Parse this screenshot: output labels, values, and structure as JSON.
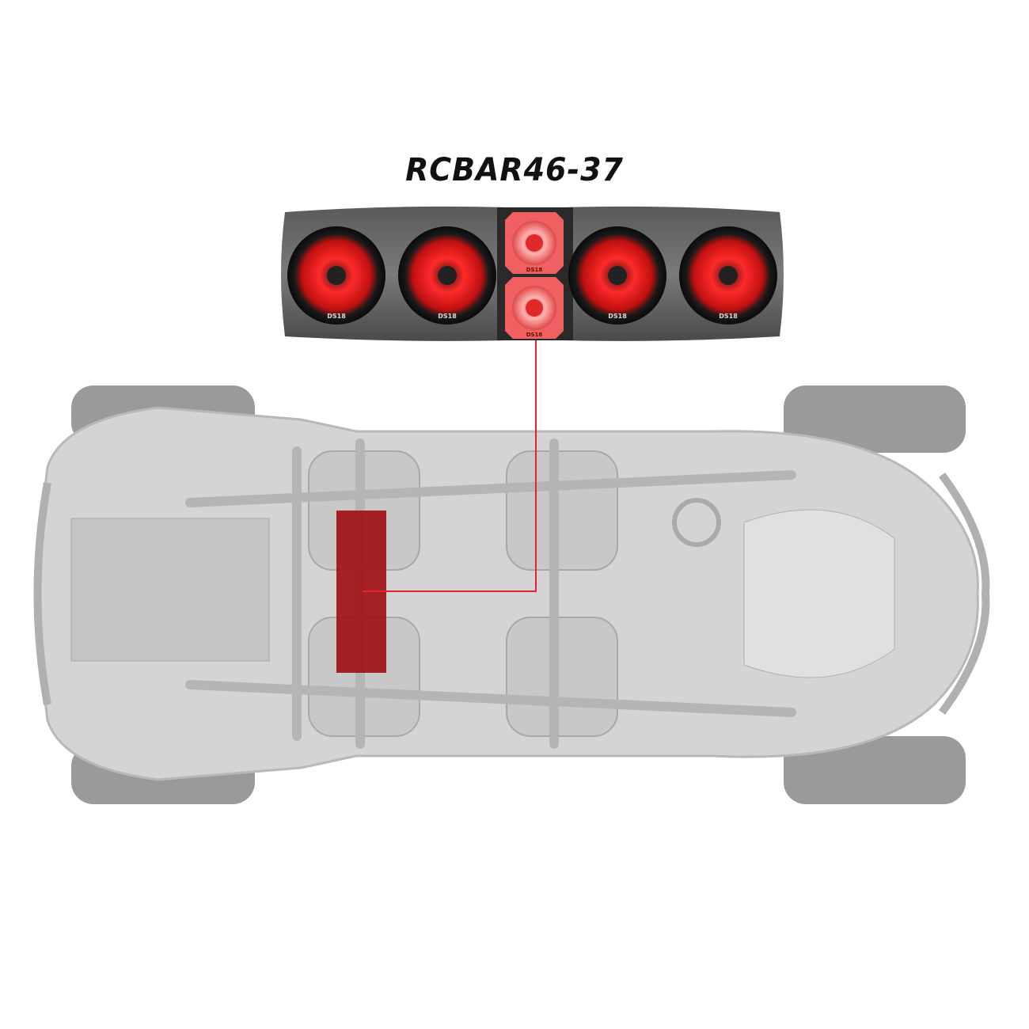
{
  "product": {
    "model_label": "RCBAR46-37",
    "speaker_count": 4,
    "tweeter_count": 2,
    "brand_badge": "DS18"
  },
  "colors": {
    "accent_red": "#e0262a",
    "highlight_red": "#a00d10",
    "bar_gray": "#6b6b6b",
    "vehicle_gray": "#d0d0d0"
  }
}
